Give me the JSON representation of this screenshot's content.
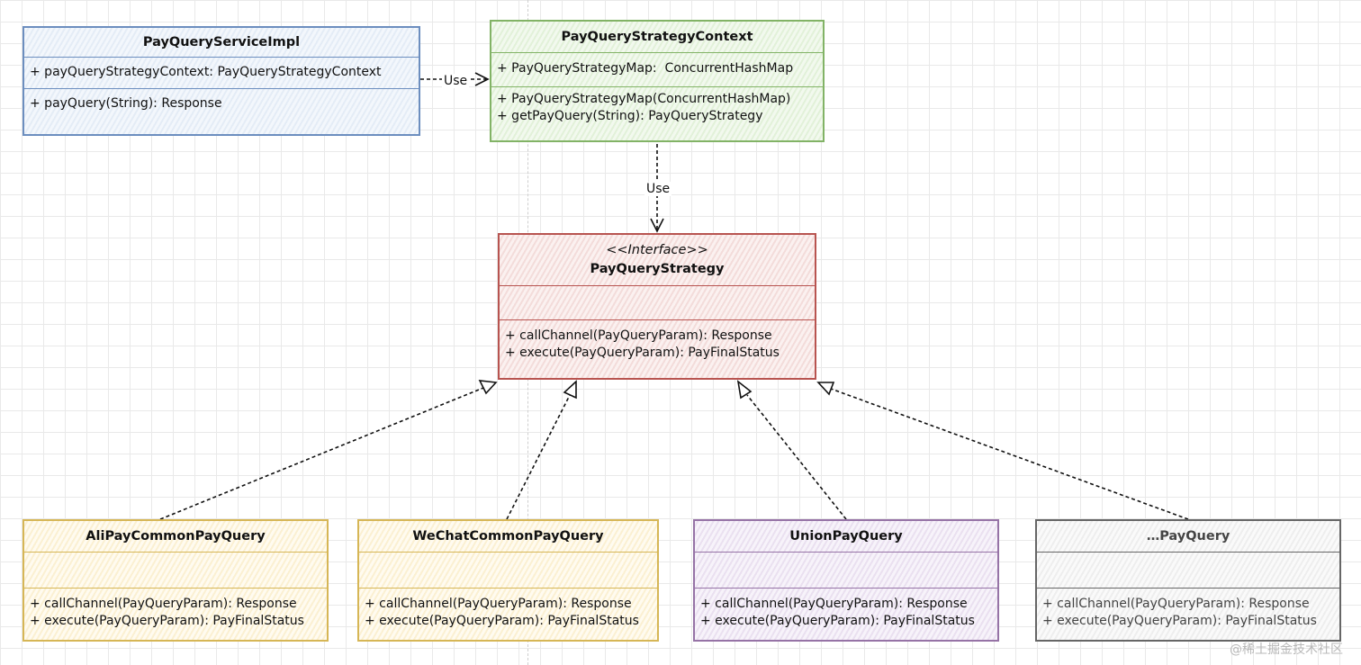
{
  "classes": {
    "service_impl": {
      "name": "PayQueryServiceImpl",
      "attributes": [
        "+ payQueryStrategyContext: PayQueryStrategyContext"
      ],
      "methods": [
        "+ payQuery(String): Response"
      ],
      "border_color": "#6c8ebf"
    },
    "strategy_context": {
      "name": "PayQueryStrategyContext",
      "attributes": [
        "+ PayQueryStrategyMap:  ConcurrentHashMap"
      ],
      "methods": [
        "+ PayQueryStrategyMap(ConcurrentHashMap)",
        "+ getPayQuery(String): PayQueryStrategy"
      ],
      "border_color": "#82b366"
    },
    "strategy_interface": {
      "stereotype": "<<Interface>>",
      "name": "PayQueryStrategy",
      "methods": [
        "+ callChannel(PayQueryParam): Response",
        "+ execute(PayQueryParam): PayFinalStatus"
      ],
      "border_color": "#b85450"
    },
    "alipay": {
      "name": "AliPayCommonPayQuery",
      "methods": [
        "+ callChannel(PayQueryParam): Response",
        "+ execute(PayQueryParam): PayFinalStatus"
      ],
      "border_color": "#d6b656"
    },
    "wechat": {
      "name": "WeChatCommonPayQuery",
      "methods": [
        "+ callChannel(PayQueryParam): Response",
        "+ execute(PayQueryParam): PayFinalStatus"
      ],
      "border_color": "#d6b656"
    },
    "union": {
      "name": "UnionPayQuery",
      "methods": [
        "+ callChannel(PayQueryParam): Response",
        "+ execute(PayQueryParam): PayFinalStatus"
      ],
      "border_color": "#9673a6"
    },
    "other": {
      "name": "…PayQuery",
      "methods": [
        "+ callChannel(PayQueryParam): Response",
        "+ execute(PayQueryParam): PayFinalStatus"
      ],
      "border_color": "#666666"
    }
  },
  "relations": {
    "impl_uses_context": "Use",
    "context_uses_strategy": "Use"
  },
  "watermark": "@稀土掘金技术社区"
}
